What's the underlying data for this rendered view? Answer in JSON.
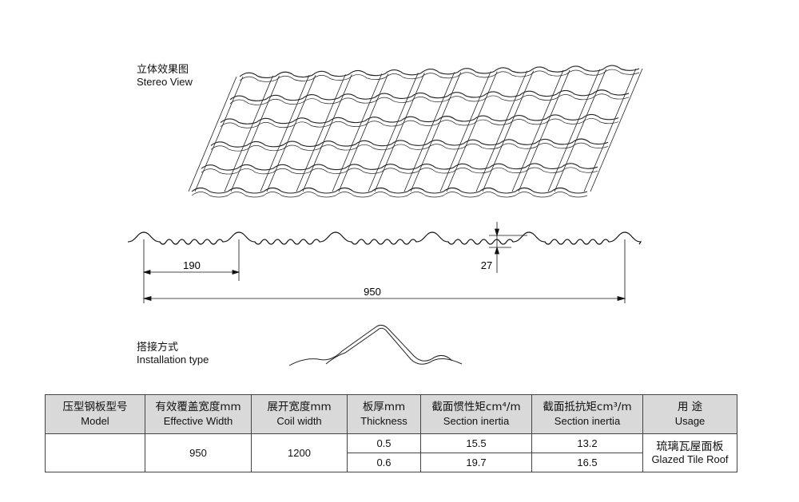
{
  "stereo_view": {
    "cn": "立体效果图",
    "en": "Stereo View"
  },
  "installation": {
    "cn": "搭接方式",
    "en": "Installation type"
  },
  "profile_dims": {
    "pitch": "190",
    "height": "27",
    "width": "950"
  },
  "table": {
    "headers": [
      {
        "cn": "压型钢板型号",
        "en": "Model"
      },
      {
        "cn": "有效覆盖宽度mm",
        "en": "Effective Width"
      },
      {
        "cn": "展开宽度mm",
        "en": "Coil width"
      },
      {
        "cn": "板厚mm",
        "en": "Thickness"
      },
      {
        "cn": "截面惯性矩cm⁴/m",
        "en": "Section inertia"
      },
      {
        "cn": "截面抵抗矩cm³/m",
        "en": "Section inertia"
      },
      {
        "cn": "用  途",
        "en": "Usage"
      }
    ],
    "model": "",
    "effective_width": "950",
    "coil_width": "1200",
    "rows": [
      {
        "thickness": "0.5",
        "inertia": "15.5",
        "resistance": "13.2"
      },
      {
        "thickness": "0.6",
        "inertia": "19.7",
        "resistance": "16.5"
      }
    ],
    "usage": {
      "cn": "琉璃瓦屋面板",
      "en": "Glazed Tile Roof"
    }
  }
}
